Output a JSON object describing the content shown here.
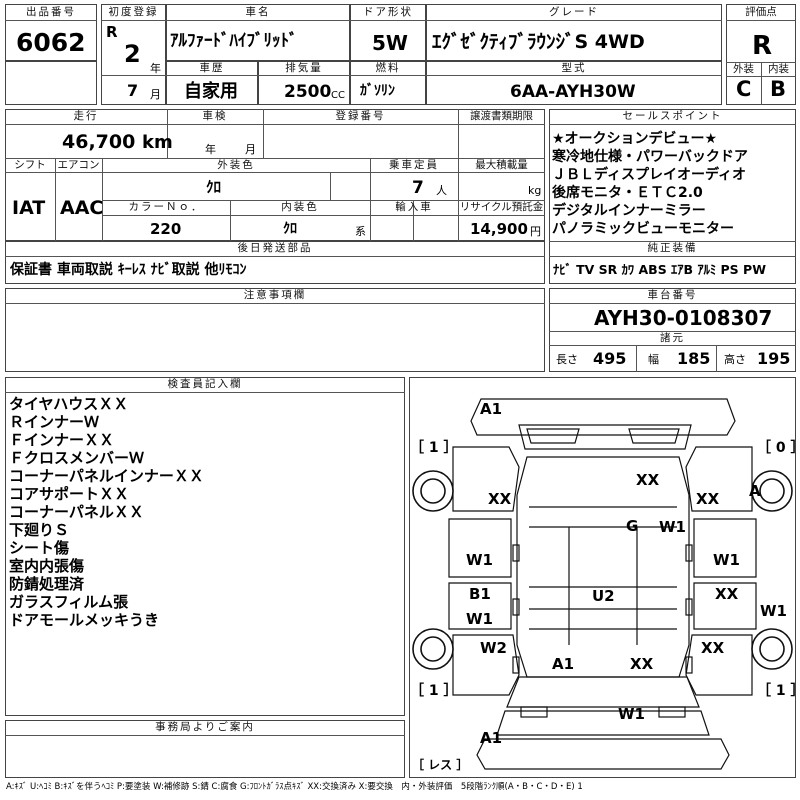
{
  "labels": {
    "lot_no": "出品番号",
    "first_reg": "初度登録",
    "car_name": "車名",
    "door_type": "ドア形状",
    "grade": "グレード",
    "score": "評価点",
    "year_unit": "年",
    "month_unit": "月",
    "history": "車歴",
    "displacement": "排気量",
    "cc": "CC",
    "fuel": "燃料",
    "model_code": "型式",
    "exterior": "外装",
    "interior": "内装",
    "mileage": "走行",
    "inspection": "車検",
    "reg_no": "登録番号",
    "transfer_deadline": "譲渡書類期限",
    "km": "km",
    "insp_year": "年",
    "insp_month": "月",
    "shift": "シフト",
    "aircon": "エアコン",
    "ext_color": "外装色",
    "capacity": "乗車定員",
    "max_load": "最大積載量",
    "persons": "人",
    "kg": "kg",
    "color_no": "カラーＮｏ．",
    "int_color": "内装色",
    "kei": "系",
    "import": "輸入車",
    "recycle": "リサイクル預託金",
    "yen": "円",
    "later_parts": "後日発送部品",
    "sales_points": "セールスポイント",
    "genuine": "純正装備",
    "notes": "注意事項欄",
    "chassis": "車台番号",
    "specs": "諸元",
    "length": "長さ",
    "width": "幅",
    "height": "高さ",
    "inspector": "検査員記入欄",
    "office": "事務局よりご案内",
    "footer": "A:ｷｽﾞ U:ﾍｺﾐ B:ｷｽﾞを伴うﾍｺﾐ P:要塗装 W:補修跡 S:錆 C:腐食 G:ﾌﾛﾝﾄｶﾞﾗｽ点ｷｽﾞ XX:交換済み X:要交換　内・外装評価　5段階ﾗﾝｸ順(A・B・C・D・E) 1"
  },
  "values": {
    "lot_no": "6062",
    "era": "R",
    "year": "2",
    "month": "7",
    "car_name": "ｱﾙﾌｧｰﾄﾞﾊｲﾌﾞﾘｯﾄﾞ",
    "door_type": "5W",
    "grade": "ｴｸﾞｾﾞｸﾃｨﾌﾞﾗｳﾝｼﾞS 4WD",
    "score": "R",
    "history": "自家用",
    "displacement": "2500",
    "fuel": "ｶﾞｿﾘﾝ",
    "model_code": "6AA-AYH30W",
    "exterior": "C",
    "interior": "B",
    "mileage": "46,700",
    "shift": "IAT",
    "aircon": "AAC",
    "ext_color": "ｸﾛ",
    "capacity": "7",
    "color_no": "220",
    "int_color": "ｸﾛ",
    "recycle": "14,900",
    "later_parts": "保証書 車両取説 ｷｰﾚｽ ﾅﾋﾞ取説 他ﾘﾓｺﾝ",
    "genuine": "ﾅﾋﾞ TV SR ｶﾜ ABS ｴｱB ｱﾙﾐ PS PW",
    "chassis": "AYH30-0108307",
    "length": "495",
    "width": "185",
    "height": "195",
    "bracket_rl": "［ 1 ］",
    "bracket_rr": "［ 0 ］",
    "bracket_fl": "［ 1 ］",
    "bracket_fr": "［ 1 ］",
    "bracket_bottom": "［ レス ］"
  },
  "sales_points": [
    "★オークションデビュー★",
    "寒冷地仕様・パワーバックドア",
    "ＪＢＬディスプレイオーディオ",
    "後席モニタ・ＥＴＣ2.0",
    "デジタルインナーミラー",
    "パノラミックビューモニター"
  ],
  "inspector_notes": [
    "タイヤハウスＸＸ",
    "ＲインナーＷ",
    "ＦインナーＸＸ",
    "ＦクロスメンバーＷ",
    "コーナーパネルインナーＸＸ",
    "コアサポートＸＸ",
    "コーナーパネルＸＸ",
    "下廻りＳ",
    "シート傷",
    "室内内張傷",
    "防錆処理済",
    "ガラスフィルム張",
    "ドアモールメッキうき"
  ],
  "damage_marks": [
    {
      "code": "A1"
    },
    {
      "code": "XX"
    },
    {
      "code": "XX"
    },
    {
      "code": "XX"
    },
    {
      "code": "A"
    },
    {
      "code": "G"
    },
    {
      "code": "W1"
    },
    {
      "code": "W1"
    },
    {
      "code": "W1"
    },
    {
      "code": "B1"
    },
    {
      "code": "U2"
    },
    {
      "code": "XX"
    },
    {
      "code": "W1"
    },
    {
      "code": "W1"
    },
    {
      "code": "W2"
    },
    {
      "code": "XX"
    },
    {
      "code": "A1"
    },
    {
      "code": "XX"
    },
    {
      "code": "W1"
    },
    {
      "code": "A1"
    }
  ]
}
